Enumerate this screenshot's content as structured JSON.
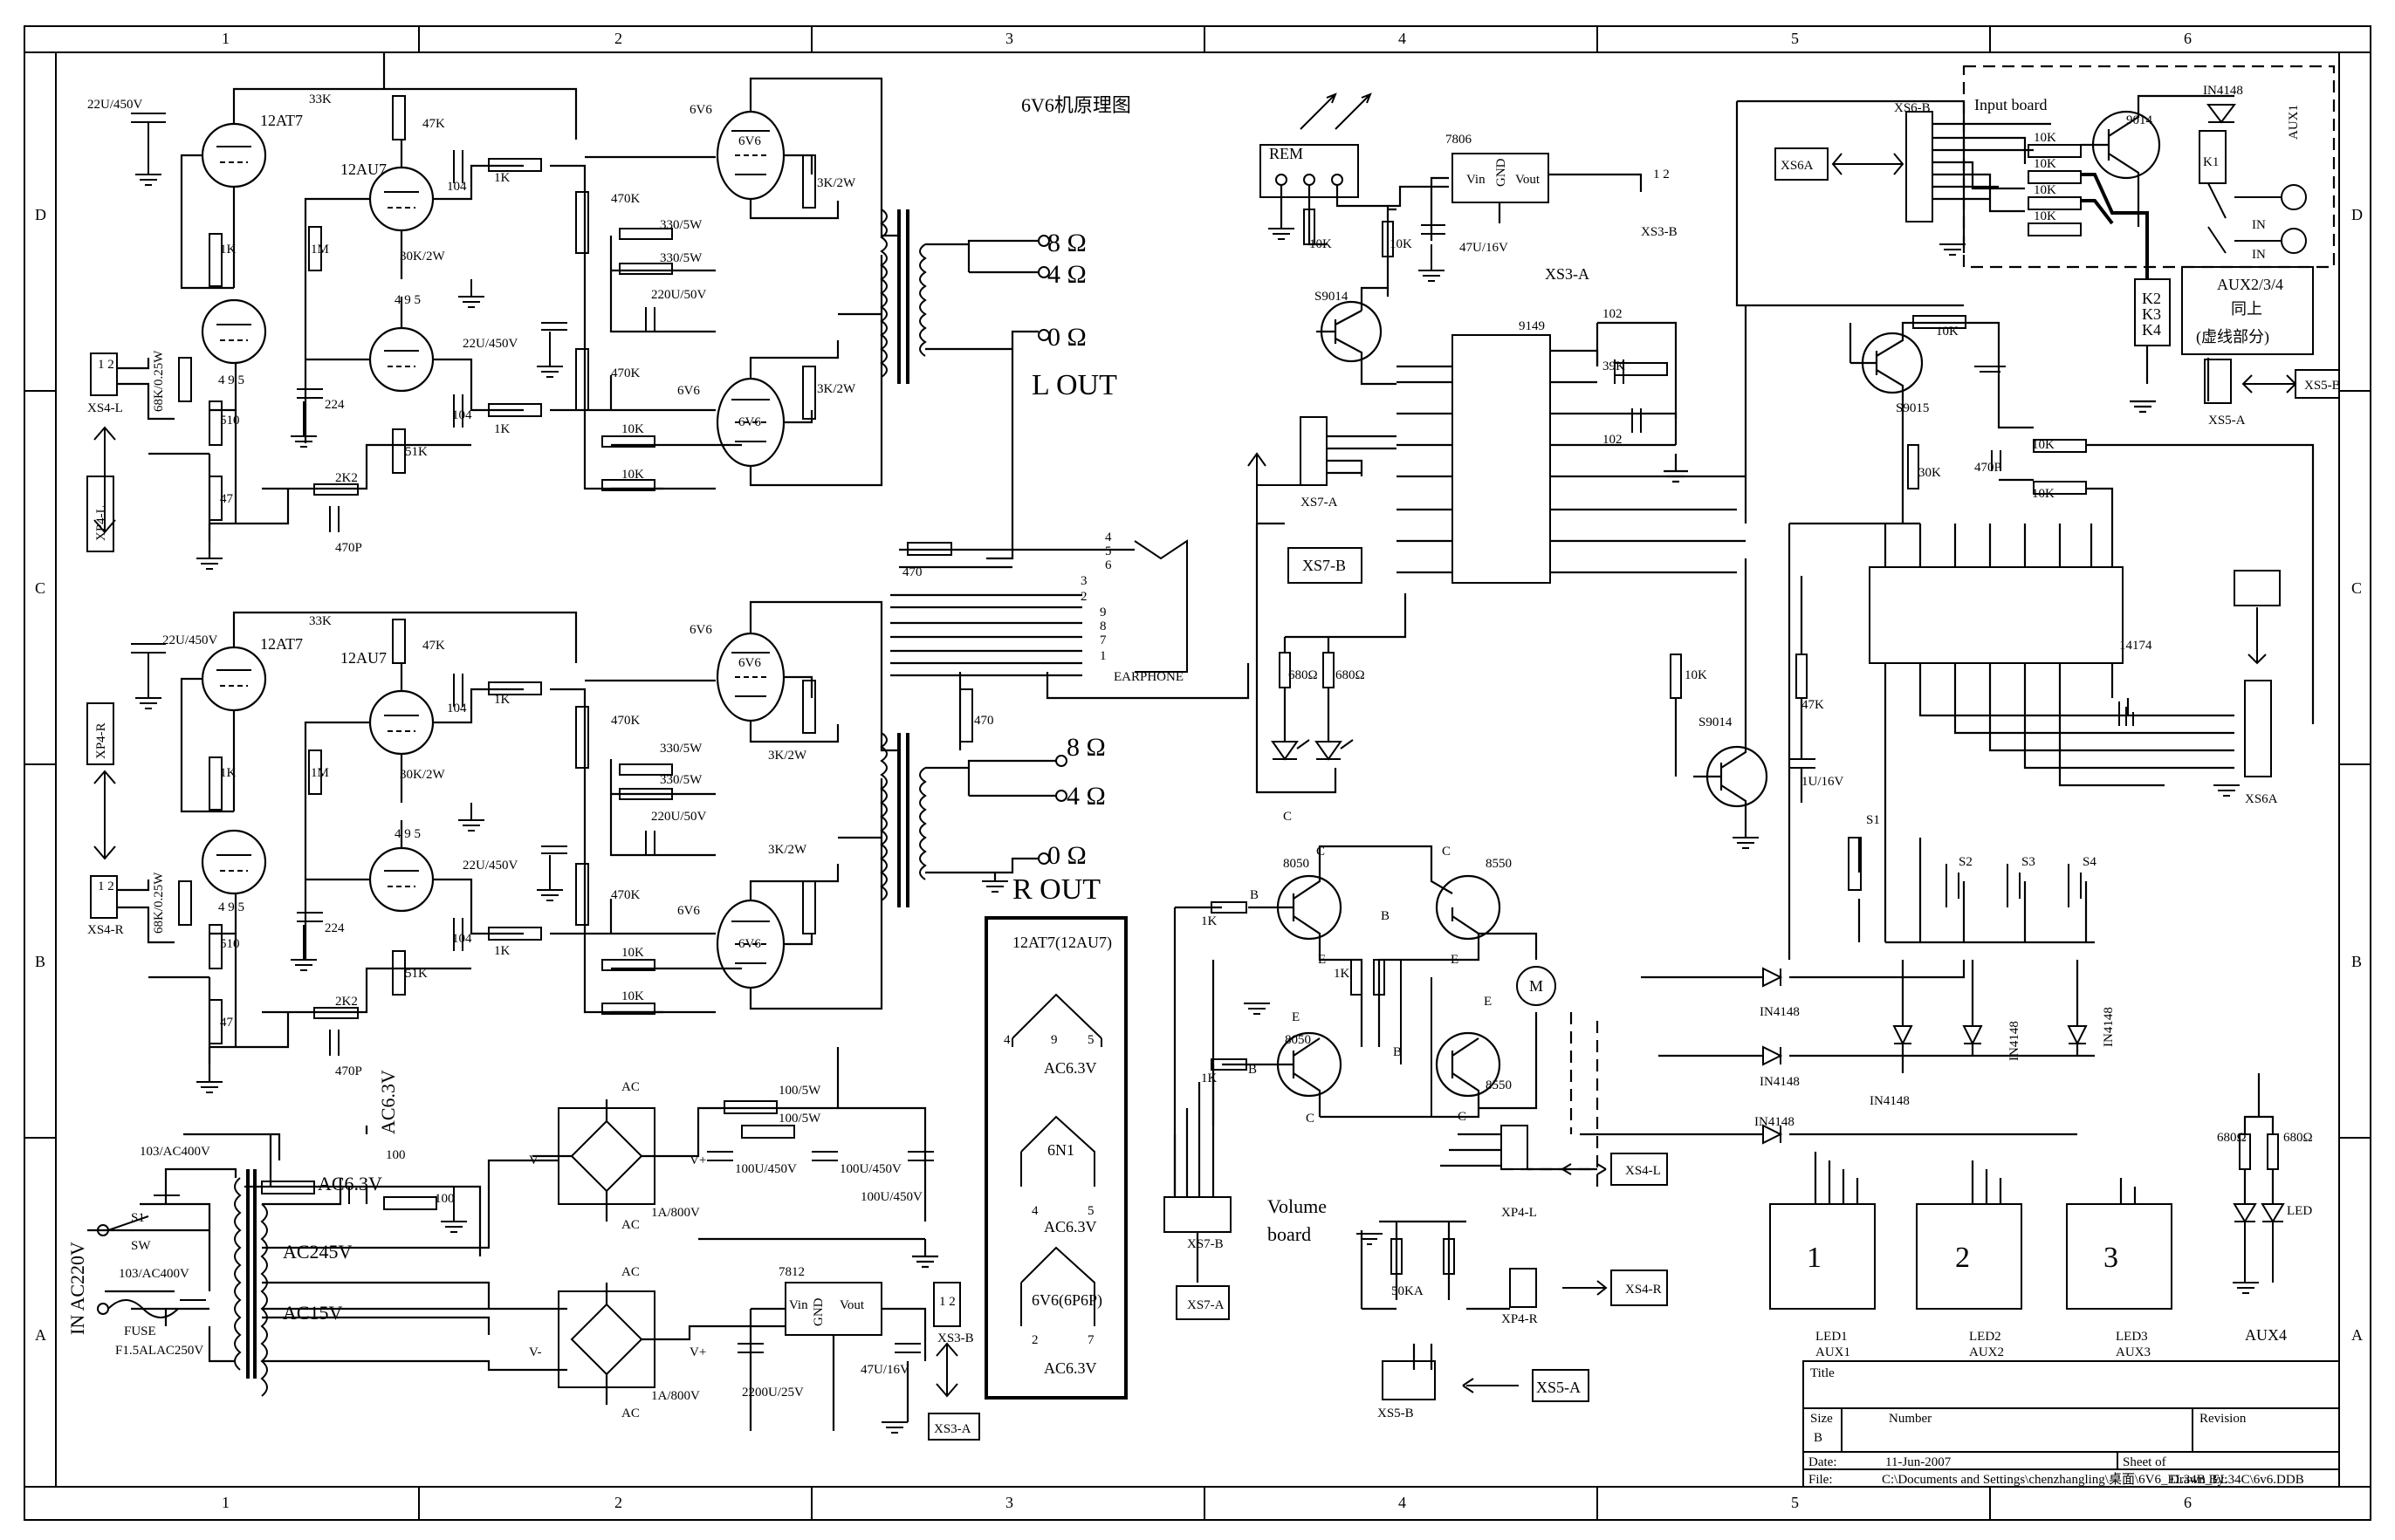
{
  "title": "6V6机原理图",
  "ruler": {
    "cols": [
      "1",
      "2",
      "3",
      "4",
      "5",
      "6"
    ],
    "rows": [
      "D",
      "C",
      "B",
      "A"
    ]
  },
  "tubes": {
    "t12at7": "12AT7",
    "t12au7": "12AU7",
    "t6v6": "6V6"
  },
  "labels": {
    "c22u": "22U/450V",
    "r33k": "33K",
    "r47k": "47K",
    "c104": "104",
    "r1k": "1K",
    "r470k": "470K",
    "r330": "330/5W",
    "c220u": "220U/50V",
    "r3k2w": "3K/2W",
    "r1m": "1M",
    "r30k": "30K/2W",
    "r10k": "10K",
    "r51k": "51K",
    "c224": "224",
    "r68k": "68K/0.25W",
    "r510": "510",
    "r47": "47",
    "r2k2": "2K2",
    "c470p": "470P",
    "r470": "470",
    "xs4l": "XS4-L",
    "xs4r": "XS4-R",
    "xp4l": "XP4-L",
    "xp4r": "XP4-R",
    "p12": "1 2",
    "pins495": "4 9 5",
    "pin": [
      "1",
      "2",
      "3",
      "4",
      "5",
      "6",
      "7",
      "8",
      "9"
    ]
  },
  "outputs": {
    "o8": "8 Ω",
    "o4": "4 Ω",
    "o0": "0 Ω",
    "lout": "L OUT",
    "rout": "R OUT"
  },
  "earphone": {
    "label": "EARPHONE",
    "pins": [
      "4",
      "5",
      "6",
      "3",
      "2",
      "9",
      "8",
      "7",
      "1"
    ]
  },
  "power": {
    "c103a": "103/AC400V",
    "c103b": "103/AC400V",
    "s1": "S1",
    "sw": "SW",
    "fuse": "FUSE",
    "f15": "F1.5ALAC250V",
    "in220": "IN AC220V",
    "ac63a": "AC6.3V",
    "ac63b": "AC6.3V",
    "r100a": "100",
    "r100b": "100",
    "ac245": "AC245V",
    "ac15": "AC15V",
    "ac": "AC",
    "vplus": "V+",
    "vminus": "V-",
    "br": "1A/800V",
    "r1005": "100/5W",
    "c100u": "100U/450V",
    "c2200": "2200U/25V",
    "c47u": "47U/16V",
    "reg7812": "7812",
    "vin": "Vin",
    "vout": "Vout",
    "gnd": "GND",
    "xs3a": "XS3-A",
    "xs3b": "XS3-B"
  },
  "pinout": {
    "t1": "12AT7(12AU7)",
    "a1": "AC6.3V",
    "t2": "6N1",
    "a2": "AC6.3V",
    "t3": "6V6(6P6P)",
    "a3": "AC6.3V",
    "n4": "4",
    "n9": "9",
    "n5": "5",
    "n2": "2",
    "n7": "7"
  },
  "remote": {
    "rem": "REM",
    "reg7806": "7806",
    "c47u": "47U/16V",
    "s9014": "S9014",
    "ic9149": "9149",
    "c102": "102",
    "r39k": "39K",
    "xs7a": "XS7-A",
    "xs7b": "XS7-B",
    "r680": "680Ω",
    "c": "C",
    "r10k": "10K",
    "r30k": "30K",
    "r47k": "47K",
    "c1u": "1U/16V",
    "s9015": "S9015",
    "c470p": "470P",
    "ic14174": "14174",
    "xs6a": "XS6A",
    "xs6b": "XS6-B",
    "s1": "S1",
    "s2": "S2",
    "s3": "S3",
    "s4": "S4",
    "d": "IN4148"
  },
  "motor": {
    "q8050": "8050",
    "q8550": "8550",
    "b": "B",
    "c": "C",
    "e": "E",
    "r1k": "1K",
    "m": "M",
    "volume": "Volume",
    "board": "board",
    "p50k": "50KA",
    "xs4l": "XS4-L",
    "xs4r": "XS4-R",
    "xs5a": "XS5-A",
    "xs5b": "XS5-B"
  },
  "inputBoard": {
    "title": "Input board",
    "q9014": "9014",
    "d": "IN4148",
    "k1": "K1",
    "aux1": "AUX1",
    "in": "IN",
    "k234": [
      "K2",
      "K3",
      "K4"
    ],
    "aux234": "AUX2/3/4",
    "same": "同上",
    "dashed": "(虚线部分)",
    "r10k": "10K",
    "xs5b": "XS5-B",
    "xs5a": "XS5-A"
  },
  "leds": [
    {
      "digit": "1",
      "label": "LED1",
      "aux": "AUX1"
    },
    {
      "digit": "2",
      "label": "LED2",
      "aux": "AUX2"
    },
    {
      "digit": "3",
      "label": "LED3",
      "aux": "AUX3"
    }
  ],
  "led": "LED",
  "aux4": "AUX4",
  "titleblock": {
    "title": "Title",
    "size": "Size",
    "size_val": "B",
    "number": "Number",
    "revision": "Revision",
    "date": "Date:",
    "date_val": "11-Jun-2007",
    "sheet": "Sheet of",
    "file": "File:",
    "file_val": "C:\\Documents and Settings\\chenzhangling\\桌面\\6V6_EL34B_EL34C\\6v6.DDB",
    "drawn": "Drawn By:"
  }
}
